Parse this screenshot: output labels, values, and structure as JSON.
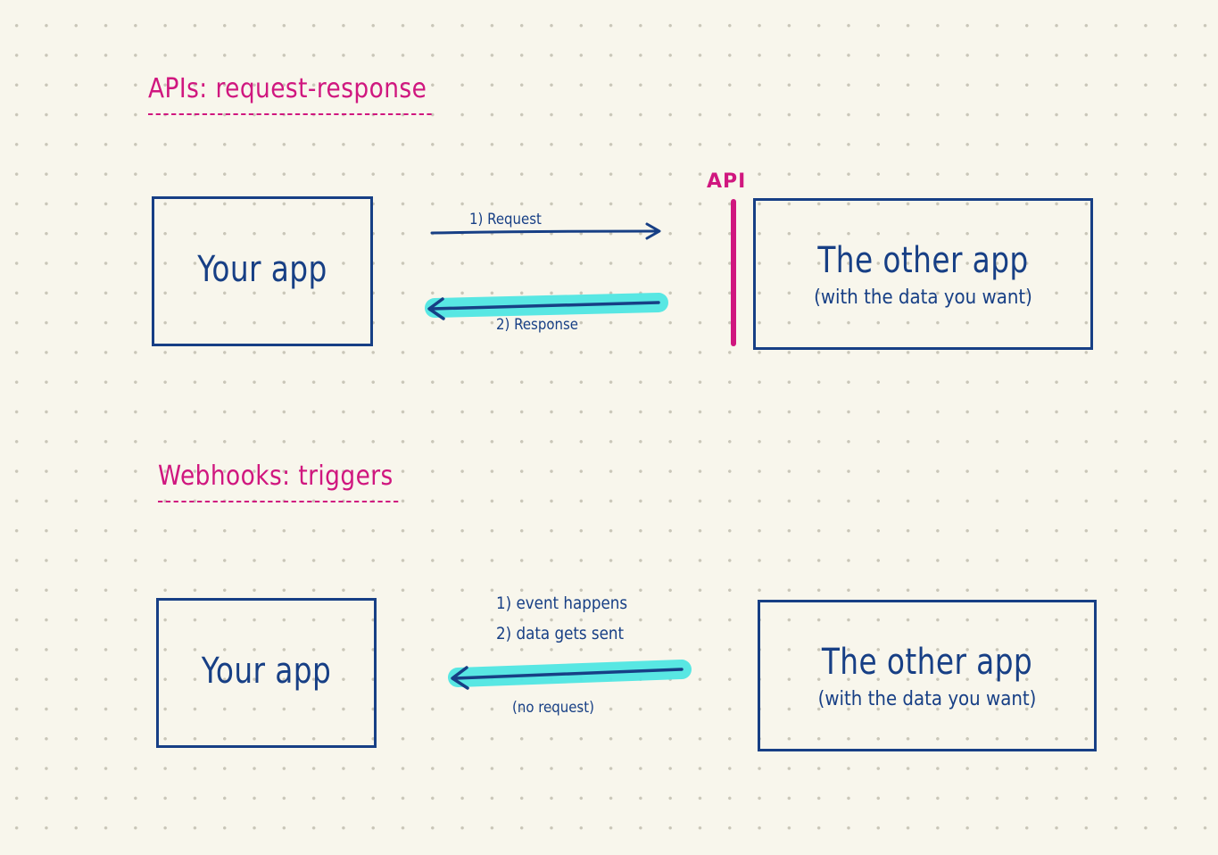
{
  "api_section": {
    "heading": "APIs: request-response",
    "api_label": "API",
    "your_app": "Your app",
    "other_app": {
      "title": "The other app",
      "subtitle": "(with the data you want)"
    },
    "request_label": "1) Request",
    "response_label": "2) Response"
  },
  "webhook_section": {
    "heading": "Webhooks: triggers",
    "your_app": "Your app",
    "other_app": {
      "title": "The other app",
      "subtitle": "(with the data you want)"
    },
    "step1_label": "1) event happens",
    "step2_label": "2) data gets sent",
    "note_label": "(no request)"
  },
  "colors": {
    "ink": "#173f85",
    "heading": "#d0177f",
    "highlight": "#4fe6e3",
    "paper": "#f8f6ec"
  }
}
